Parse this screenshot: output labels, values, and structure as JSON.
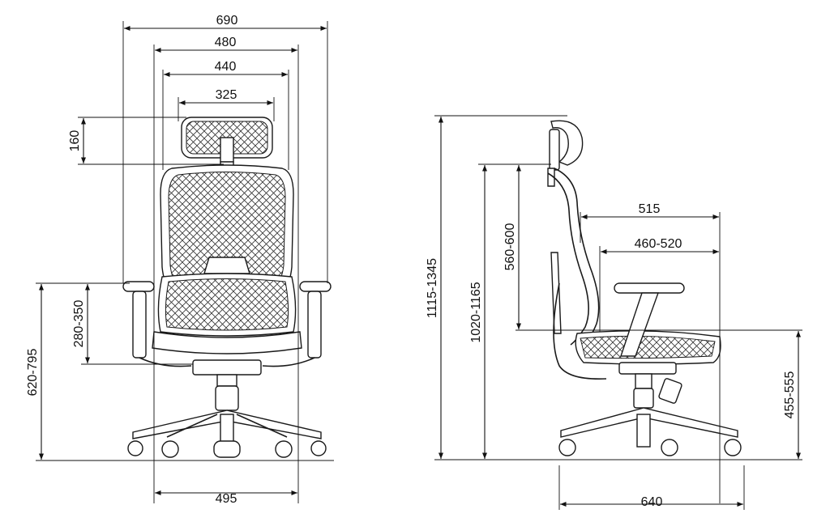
{
  "front_view": {
    "dimensions": {
      "overall_width": "690",
      "armrest_width": "480",
      "seat_width": "440",
      "headrest_width": "325",
      "headrest_height": "160",
      "armrest_height": "280-350",
      "seat_height": "620-795",
      "base_diameter": "495"
    }
  },
  "side_view": {
    "dimensions": {
      "total_height": "1115-1345",
      "backrest_top_height": "1020-1165",
      "backrest_height": "560-600",
      "overall_depth": "515",
      "seat_depth": "460-520",
      "seat_height": "455-555",
      "base_depth": "640"
    }
  },
  "colors": {
    "line": "#111111",
    "mesh": "#333333"
  },
  "icons": [
    "office-chair-front",
    "office-chair-side"
  ]
}
